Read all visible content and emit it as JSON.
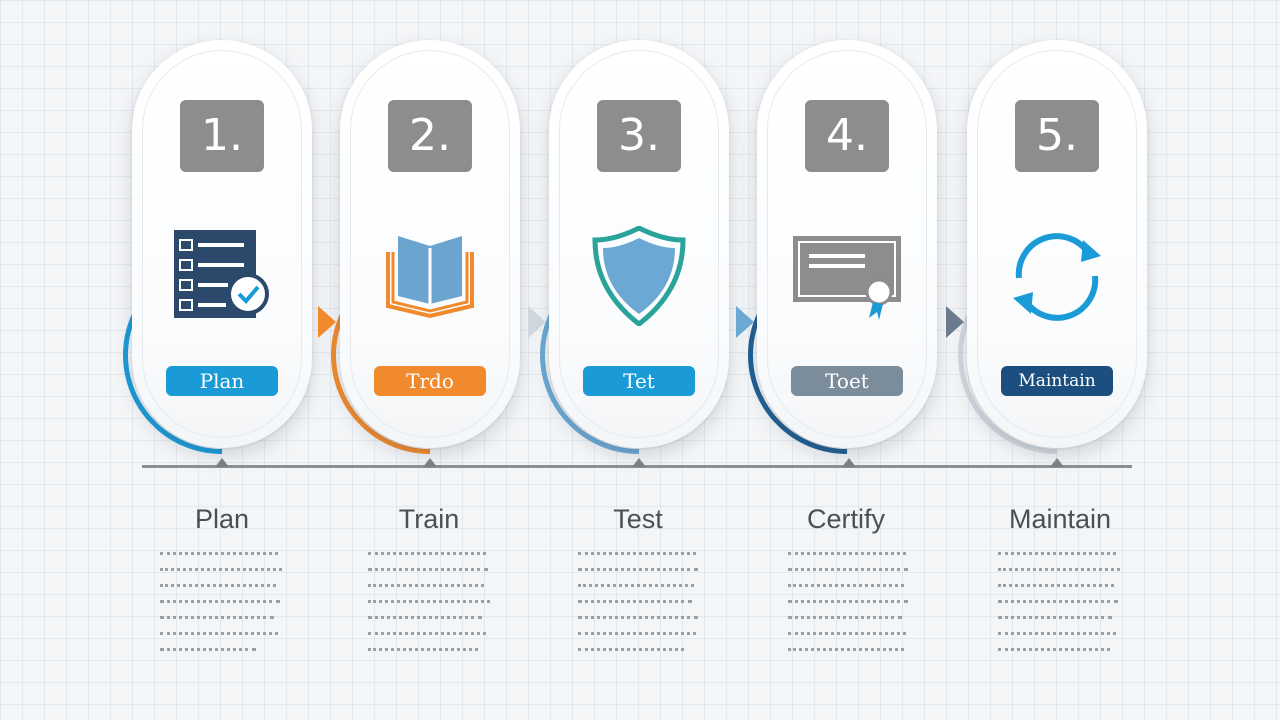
{
  "diagram": {
    "steps": [
      {
        "number": "1.",
        "icon": "checklist-icon",
        "tag": "Plan",
        "title": "Plan",
        "color": "#1a9bd8",
        "tag_color": "#1a9bd8"
      },
      {
        "number": "2.",
        "icon": "book-icon",
        "tag": "Trdo",
        "title": "Train",
        "color": "#f08a2c",
        "tag_color": "#f08a2c"
      },
      {
        "number": "3.",
        "icon": "shield-icon",
        "tag": "Tet",
        "title": "Test",
        "color": "#5ba3cf",
        "tag_color": "#1a9bd8"
      },
      {
        "number": "4.",
        "icon": "certificate-icon",
        "tag": "Toet",
        "title": "Certify",
        "color": "#1f5f93",
        "tag_color": "#7b8c9b"
      },
      {
        "number": "5.",
        "icon": "refresh-icon",
        "tag": "Maintain",
        "title": "Maintain",
        "color": "#cfd5db",
        "tag_color": "#1c4f80"
      }
    ]
  }
}
